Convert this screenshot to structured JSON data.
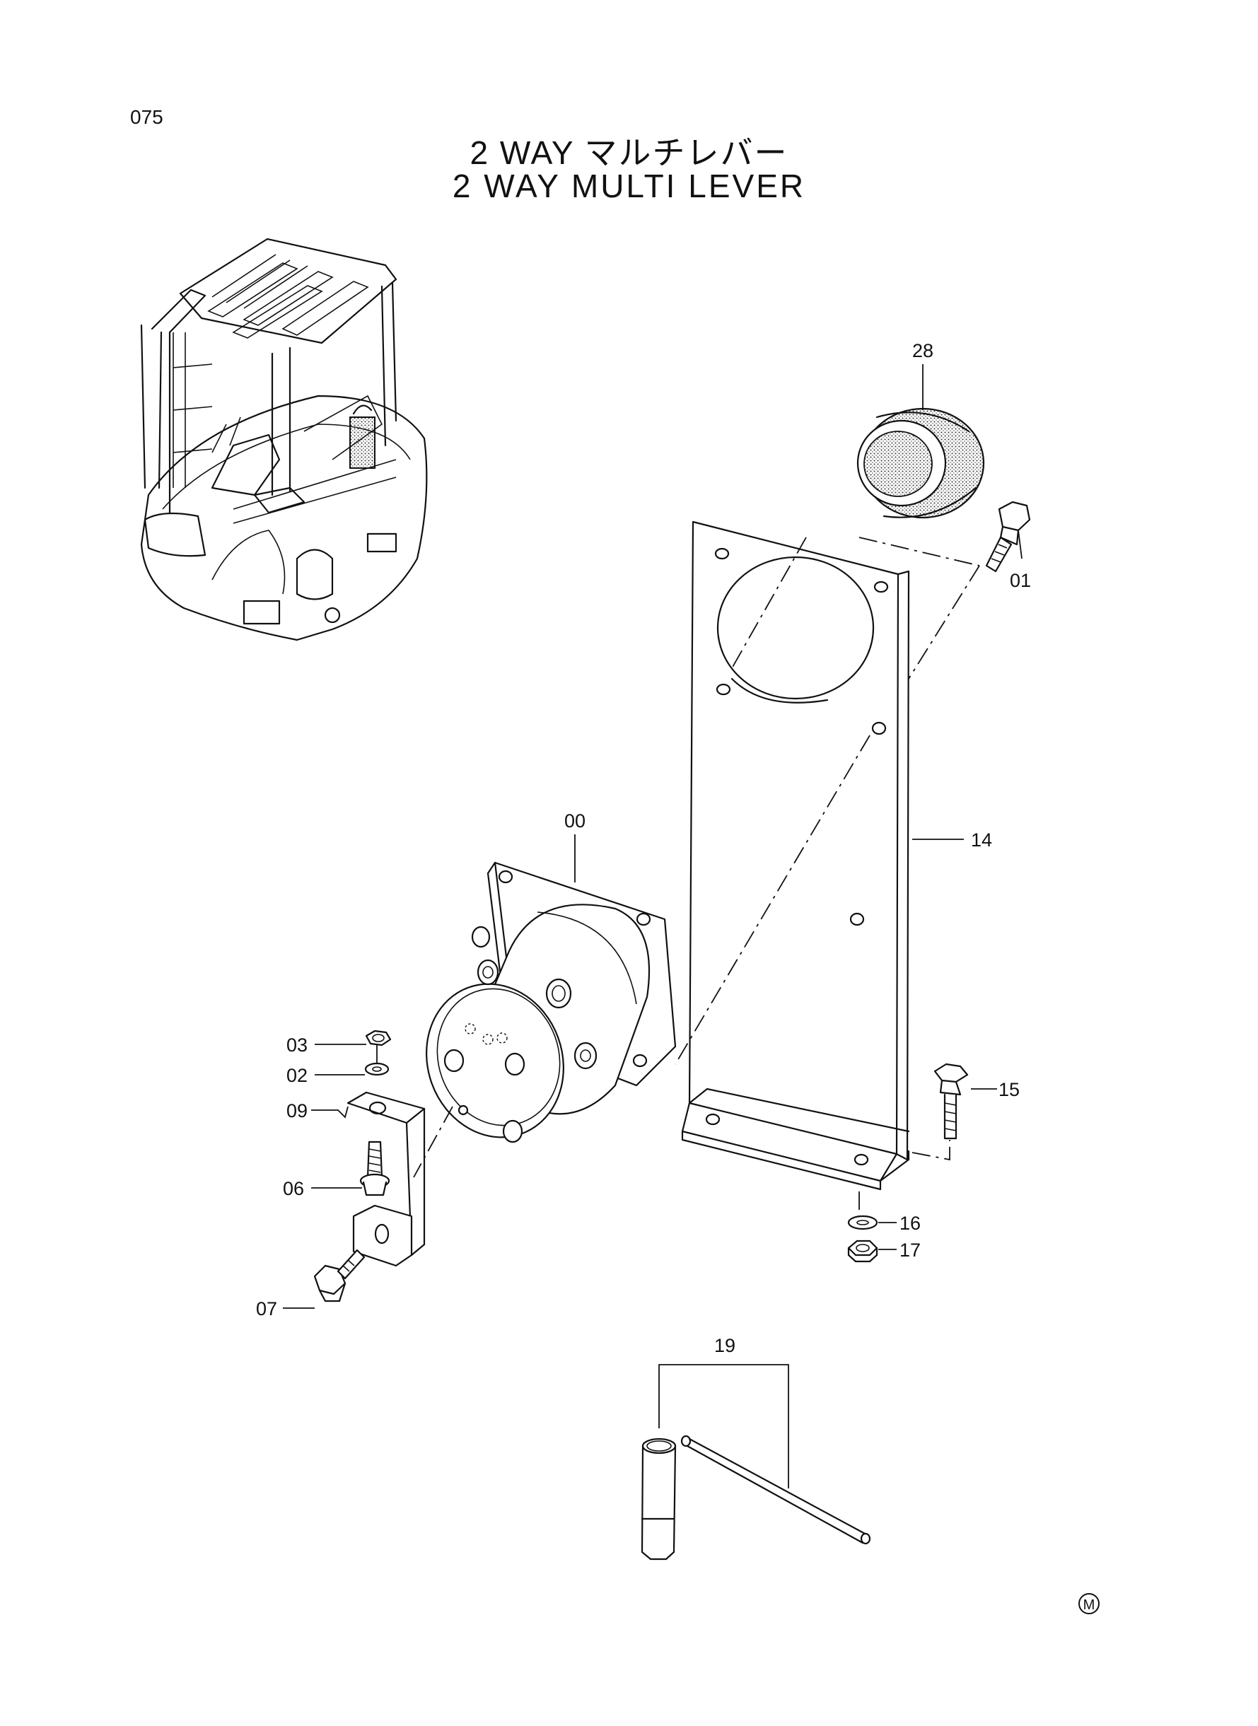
{
  "page": {
    "number": "075",
    "title_jp": "2 WAY マルチレバー",
    "title_en": "2 WAY MULTI LEVER"
  },
  "callouts": {
    "c00": "00",
    "c01": "01",
    "c02": "02",
    "c03": "03",
    "c06": "06",
    "c07": "07",
    "c09": "09",
    "c14": "14",
    "c15": "15",
    "c16": "16",
    "c17": "17",
    "c19": "19",
    "c28": "28"
  },
  "mark": "M"
}
